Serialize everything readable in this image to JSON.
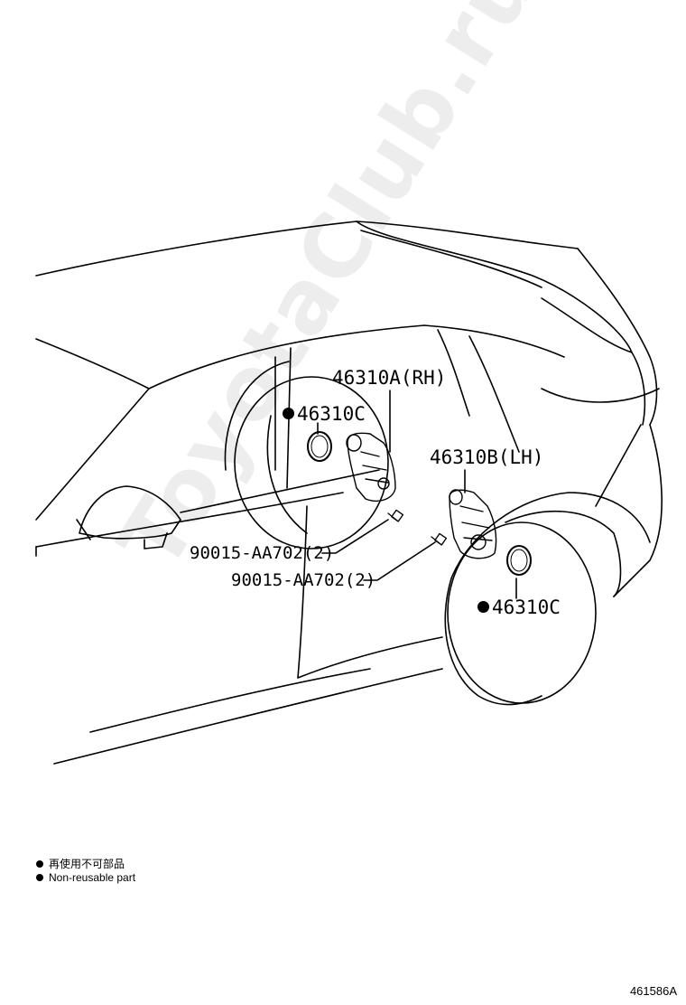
{
  "diagram": {
    "watermark": "ToyotaClub.ru",
    "callouts": {
      "actuator_rh": "46310A(RH)",
      "actuator_lh": "46310B(LH)",
      "seal_upper": "46310C",
      "seal_lower": "46310C",
      "bolt_upper": "90015-AA702(2)",
      "bolt_lower": "90015-AA702(2)"
    },
    "legend": {
      "jp": "再使用不可部品",
      "en": "Non-reusable part"
    },
    "reference": "461586A"
  }
}
